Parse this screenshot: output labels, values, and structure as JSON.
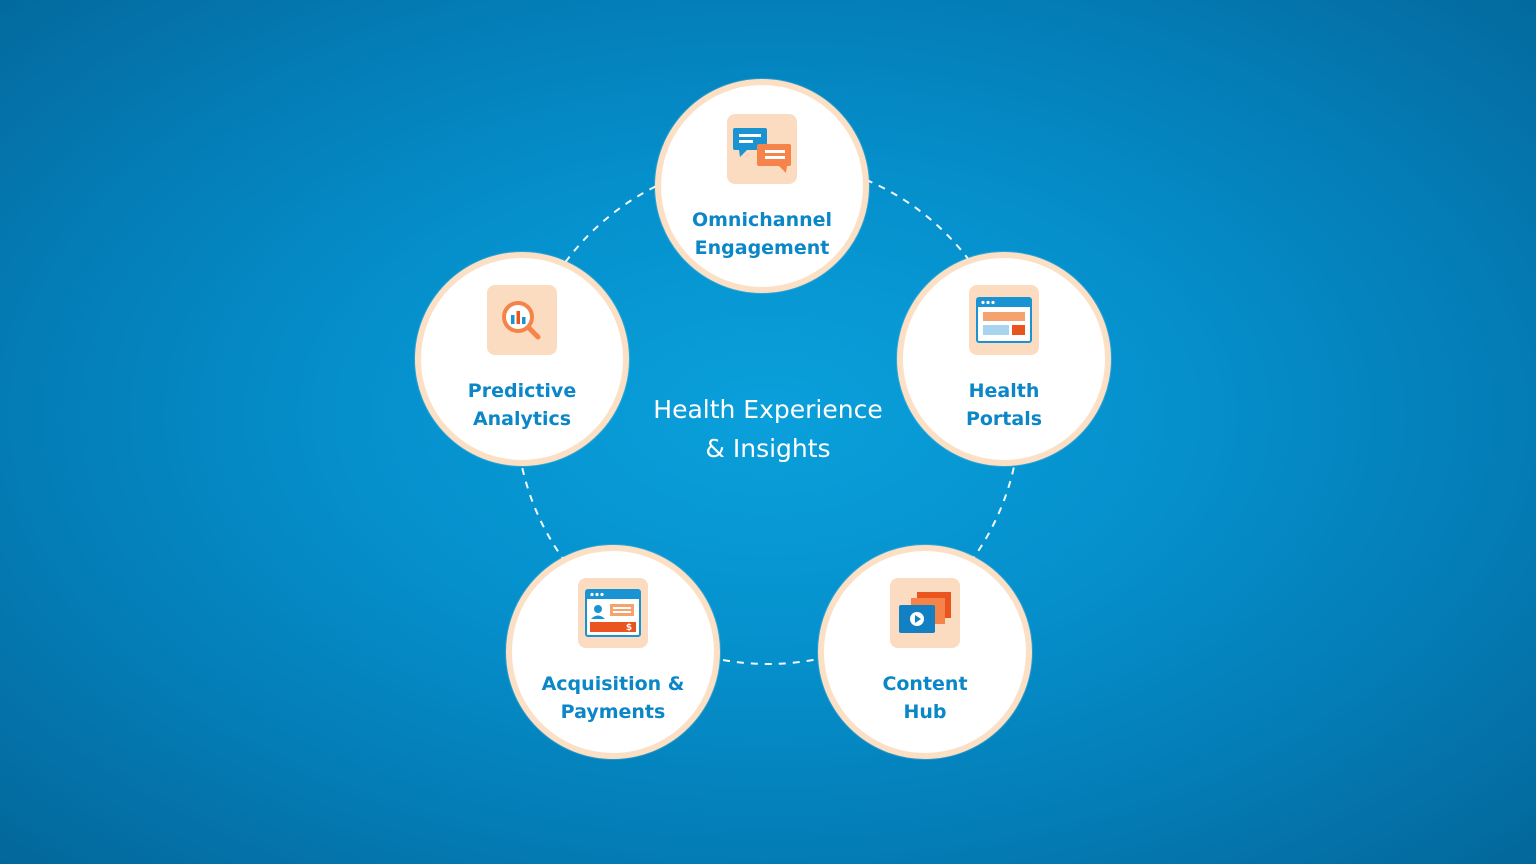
{
  "center": {
    "line1": "Health Experience",
    "line2": "& Insights"
  },
  "nodes": [
    {
      "id": "omnichannel",
      "icon": "chat-bubbles-icon",
      "line1": "Omnichannel",
      "line2": "Engagement"
    },
    {
      "id": "health-portals",
      "icon": "web-portal-icon",
      "line1": "Health",
      "line2": "Portals"
    },
    {
      "id": "content-hub",
      "icon": "video-stack-icon",
      "line1": "Content",
      "line2": "Hub"
    },
    {
      "id": "acquisition",
      "icon": "payment-window-icon",
      "line1": "Acquisition &",
      "line2": "Payments"
    },
    {
      "id": "predictive",
      "icon": "magnifier-chart-icon",
      "line1": "Predictive",
      "line2": "Analytics"
    }
  ],
  "colors": {
    "label_blue": "#0b86c7",
    "node_border": "#fbe0c6",
    "icon_tile": "#fcdcc0",
    "icon_blue": "#1993d2",
    "icon_orange": "#f5834a",
    "icon_red": "#e9541f",
    "connector": "#ffffff"
  }
}
